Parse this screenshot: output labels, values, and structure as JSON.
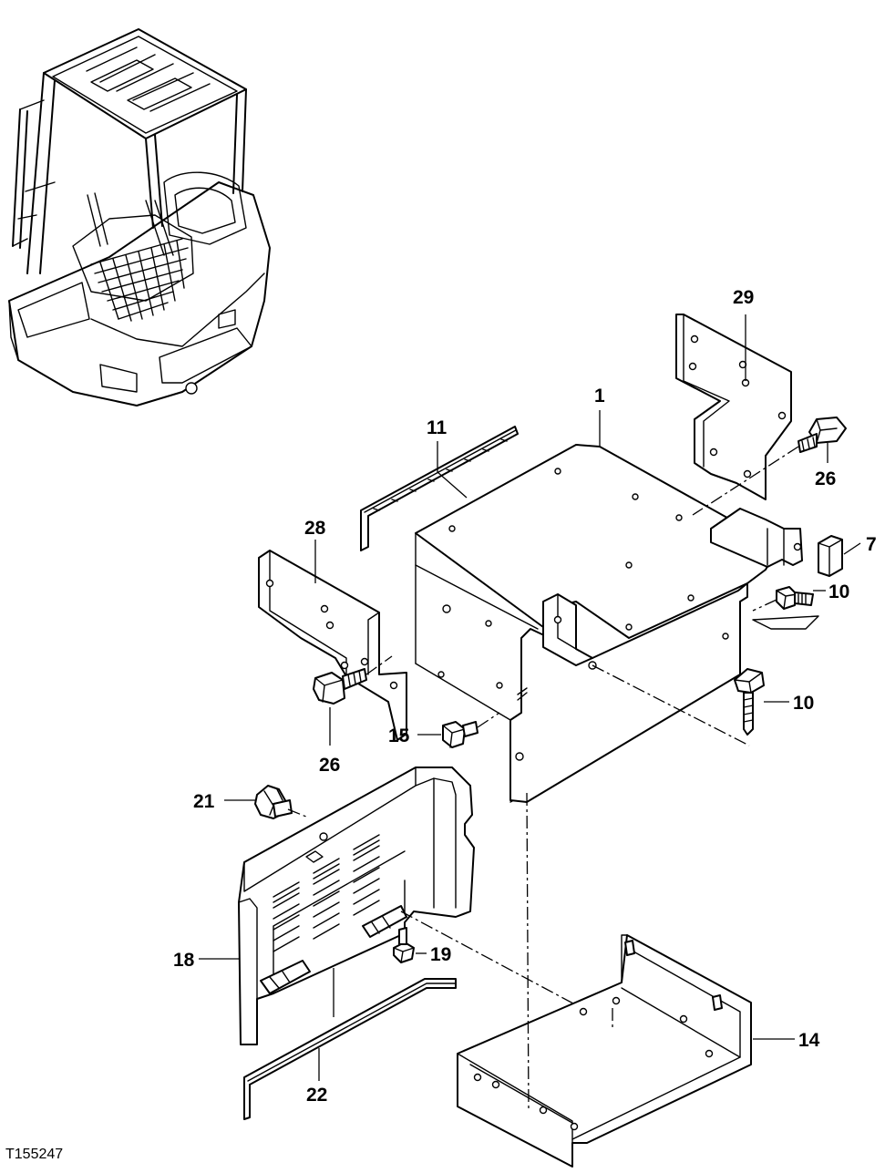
{
  "figure_id": "T155247",
  "callouts": {
    "c1": "1",
    "c7": "7",
    "c10a": "10",
    "c10b": "10",
    "c11": "11",
    "c14": "14",
    "c15": "15",
    "c18": "18",
    "c19": "19",
    "c21": "21",
    "c22": "22",
    "c26a": "26",
    "c26b": "26",
    "c28": "28",
    "c29": "29"
  }
}
